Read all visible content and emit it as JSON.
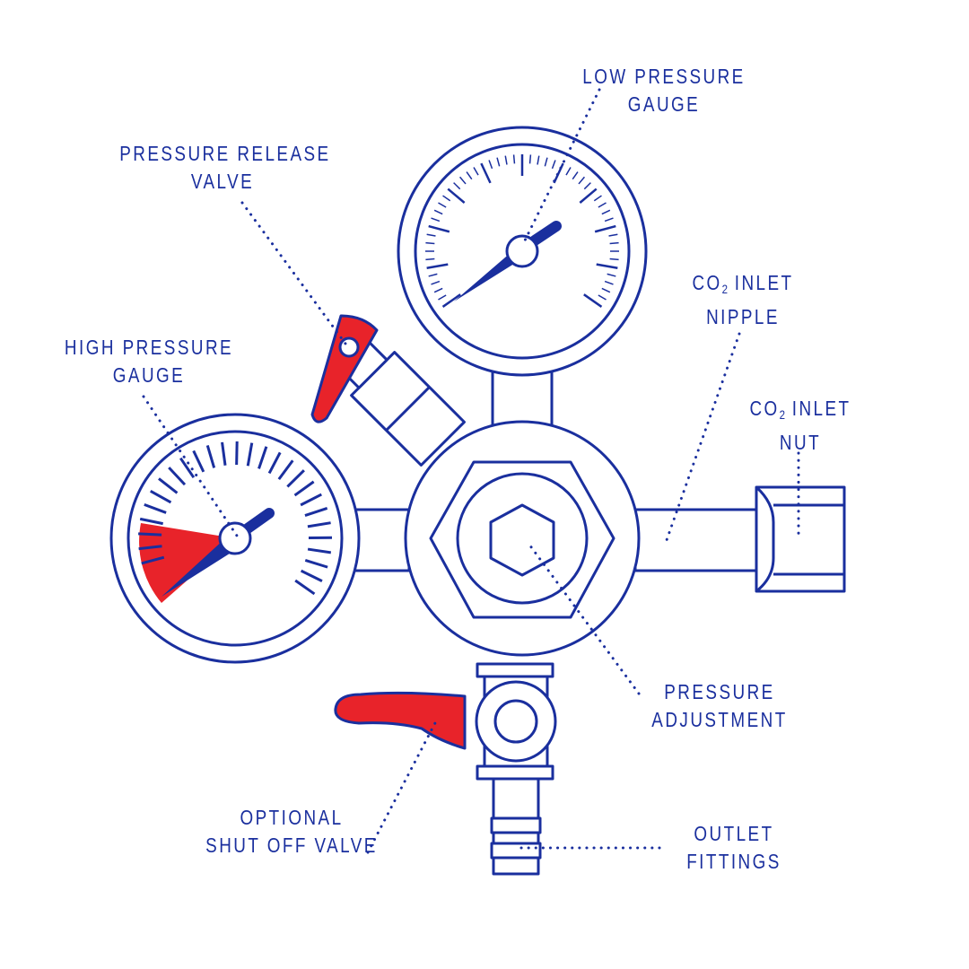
{
  "colors": {
    "line": "#1a2f9e",
    "accent": "#e8232a",
    "background": "#ffffff"
  },
  "labels": {
    "low_pressure_gauge": {
      "line1": "LOW PRESSURE",
      "line2": "GAUGE"
    },
    "pressure_release_valve": {
      "line1": "PRESSURE RELEASE",
      "line2": "VALVE"
    },
    "high_pressure_gauge": {
      "line1": "HIGH PRESSURE",
      "line2": "GAUGE"
    },
    "co2_inlet_nipple": {
      "prefix": "CO",
      "sub": "2",
      "line1_rest": " INLET",
      "line2": "NIPPLE"
    },
    "co2_inlet_nut": {
      "prefix": "CO",
      "sub": "2",
      "line1_rest": " INLET",
      "line2": "NUT"
    },
    "pressure_adjustment": {
      "line1": "PRESSURE",
      "line2": "ADJUSTMENT"
    },
    "optional_shut_off_valve": {
      "line1": "OPTIONAL",
      "line2": "SHUT OFF VALVE"
    },
    "outlet_fittings": {
      "line1": "OUTLET",
      "line2": "FITTINGS"
    }
  }
}
